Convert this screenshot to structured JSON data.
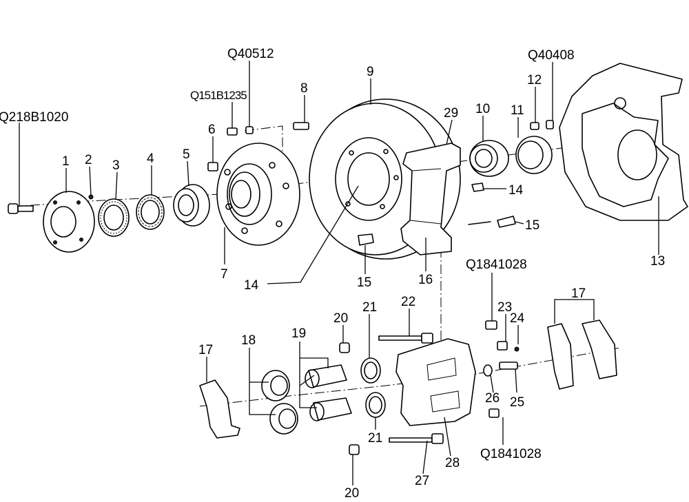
{
  "callouts": {
    "c1": "1",
    "c2": "2",
    "c3": "3",
    "c4": "4",
    "c5": "5",
    "c6": "6",
    "c7": "7",
    "c8": "8",
    "c9": "9",
    "c10": "10",
    "c11": "11",
    "c12": "12",
    "c13": "13",
    "c14a": "14",
    "c14b": "14",
    "c15a": "15",
    "c15b": "15",
    "c16": "16",
    "c17a": "17",
    "c17b": "17",
    "c18": "18",
    "c19": "19",
    "c20a": "20",
    "c20b": "20",
    "c21a": "21",
    "c21b": "21",
    "c22": "22",
    "c23": "23",
    "c24": "24",
    "c25": "25",
    "c26": "26",
    "c27": "27",
    "c28": "28",
    "c29": "29",
    "q218": "Q218B1020",
    "q40512": "Q40512",
    "q151": "Q151B1235",
    "q40408": "Q40408",
    "q1841a": "Q1841028",
    "q1841b": "Q1841028"
  }
}
